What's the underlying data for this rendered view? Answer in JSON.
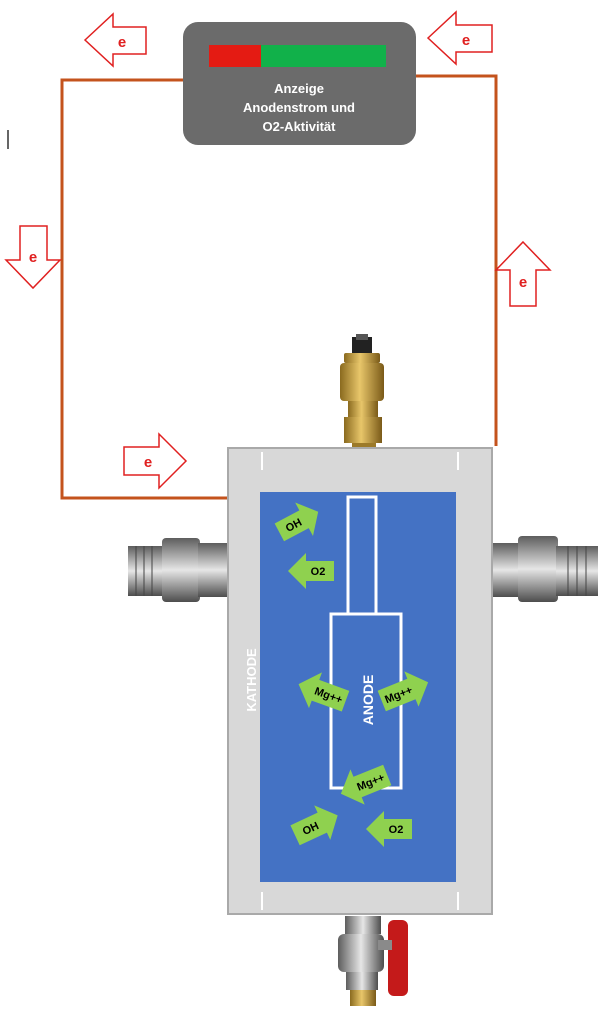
{
  "display": {
    "lines": [
      "Anzeige",
      "Anodenstrom und",
      "O2-Aktivität"
    ],
    "bar_colors": {
      "red": "#e41b13",
      "green": "#11b14a"
    },
    "box_color": "#6b6b6b"
  },
  "electron_label": "e",
  "kathode_label": "KATHODE",
  "anode_label": "ANODE",
  "ion_labels": {
    "oh_top": "OH",
    "o2_top": "O2",
    "mg_left": "Mg++",
    "mg_right": "Mg++",
    "mg_bottom": "Mg++",
    "oh_bottom": "OH",
    "o2_bottom": "O2"
  },
  "colors": {
    "wire": "#c4531d",
    "arrow_outline": "#e02020",
    "tank_blue": "#4472c4",
    "ion_green": "#8fd14f",
    "housing": "#d8d8d8"
  }
}
